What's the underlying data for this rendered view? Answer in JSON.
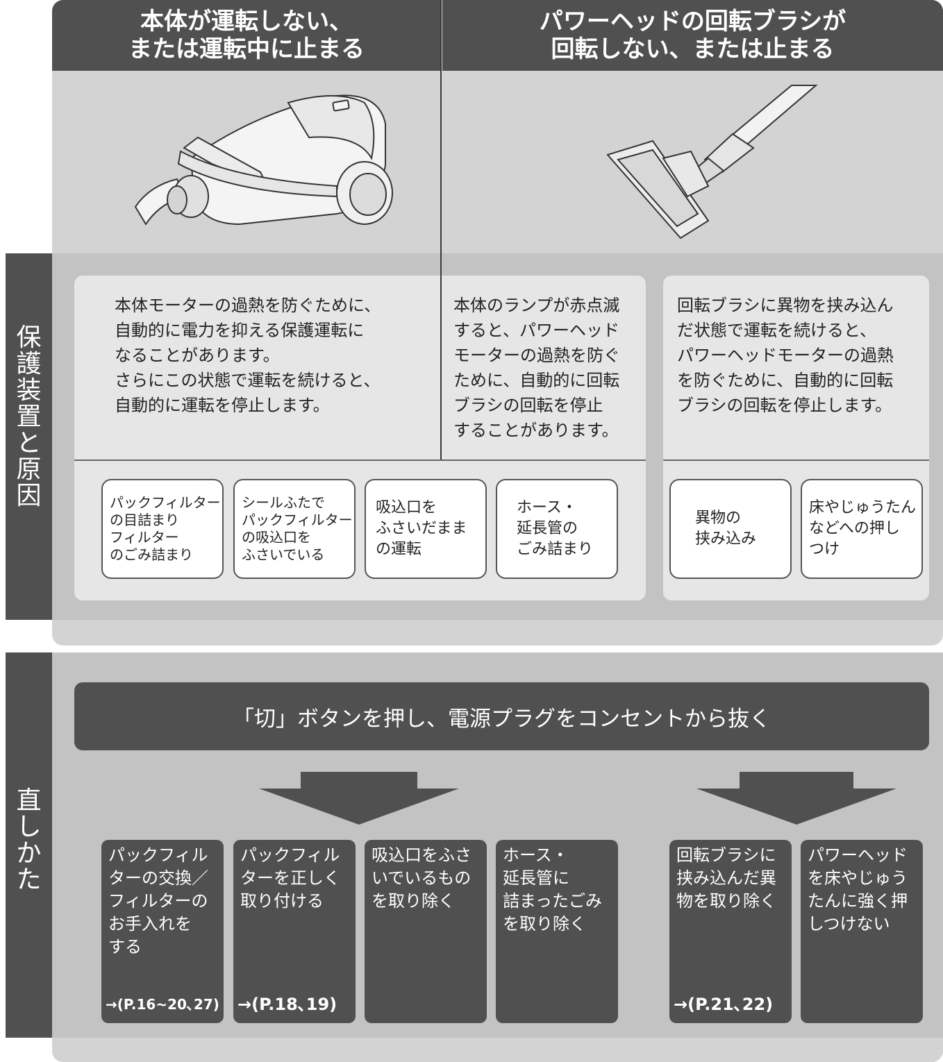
{
  "headers": {
    "left": [
      "本体が運転しない、",
      "または運転中に止まる"
    ],
    "right": [
      "パワーヘッドの回転ブラシが",
      "回転しない、または止まる"
    ]
  },
  "side_labels": {
    "protection": [
      "保",
      "護",
      "装",
      "置",
      "と",
      "原",
      "因"
    ],
    "fix": [
      "直",
      "し",
      "か",
      "た"
    ]
  },
  "descriptions": {
    "col1": [
      "本体モーターの過熱を防ぐために、",
      "自動的に電力を抑える保護運転に",
      "なることがあります。",
      "さらにこの状態で運転を続けると、",
      "自動的に運転を停止します。"
    ],
    "col2": [
      "本体のランプが赤点滅",
      "すると、パワーヘッド",
      "モーターの過熱を防ぐ",
      "ために、自動的に回転",
      "ブラシの回転を停止",
      "することがあります。"
    ],
    "col3": [
      "回転ブラシに異物を挟み込ん",
      "だ状態で運転を続けると、",
      "パワーヘッドモーターの過熱",
      "を防ぐために、自動的に回転",
      "ブラシの回転を停止します。"
    ]
  },
  "causes": [
    {
      "lines": [
        "パックフィルター",
        "の目詰まり",
        "フィルター",
        "のごみ詰まり"
      ]
    },
    {
      "lines": [
        "シールふたで",
        "パックフィルター",
        "の吸込口を",
        "ふさいでいる"
      ]
    },
    {
      "lines": [
        "吸込口を",
        "ふさいだまま",
        "の運転"
      ]
    },
    {
      "lines": [
        "ホース・",
        "延長管の",
        "ごみ詰まり"
      ]
    },
    {
      "lines": [
        "異物の",
        "挟み込み"
      ]
    },
    {
      "lines": [
        "床やじゅうたん",
        "などへの押し",
        "つけ"
      ]
    }
  ],
  "banner": "「切」ボタンを押し、電源プラグをコンセントから抜く",
  "fixes": [
    {
      "lines": [
        "パックフィル",
        "ターの交換／",
        "フィルターの",
        "お手入れを",
        "する"
      ],
      "ref": "→(P.16~20､27)"
    },
    {
      "lines": [
        "パックフィル",
        "ターを正しく",
        "取り付ける"
      ],
      "ref": "→(P.18､19)"
    },
    {
      "lines": [
        "吸込口をふさ",
        "いでいるもの",
        "を取り除く"
      ],
      "ref": ""
    },
    {
      "lines": [
        "ホース・",
        "延長管に",
        "詰まったごみ",
        "を取り除く"
      ],
      "ref": ""
    },
    {
      "lines": [
        "回転ブラシに",
        "挟み込んだ異",
        "物を取り除く"
      ],
      "ref": "→(P.21､22)"
    },
    {
      "lines": [
        "パワーヘッド",
        "を床やじゅう",
        "たんに強く押",
        "しつけない"
      ],
      "ref": ""
    }
  ],
  "illustrations": {
    "left": "vacuum-body",
    "right": "power-head"
  }
}
